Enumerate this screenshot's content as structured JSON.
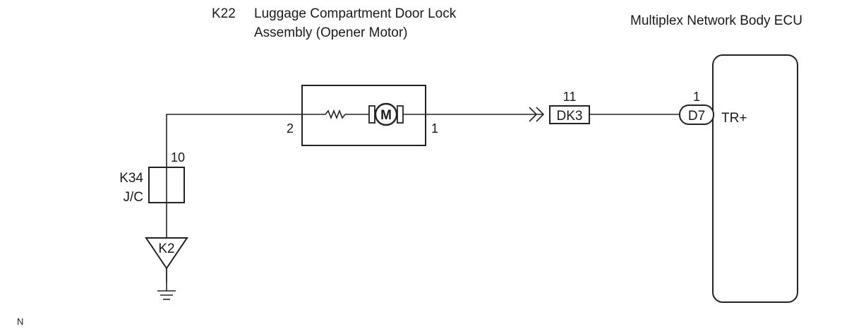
{
  "component_k22": {
    "code": "K22",
    "name_line1": "Luggage Compartment Door Lock",
    "name_line2": "Assembly (Opener Motor)",
    "pin_left": "2",
    "pin_right": "1",
    "motor_symbol": "M"
  },
  "ecu": {
    "title": "Multiplex Network Body ECU",
    "connector": "D7",
    "pin": "1",
    "terminal": "TR+"
  },
  "connector_dk3": {
    "label": "DK3",
    "pin": "11"
  },
  "junction_k34": {
    "code": "K34",
    "type": "J/C",
    "pin": "10"
  },
  "ground": {
    "label": "K2"
  },
  "footer": {
    "code": "N"
  }
}
